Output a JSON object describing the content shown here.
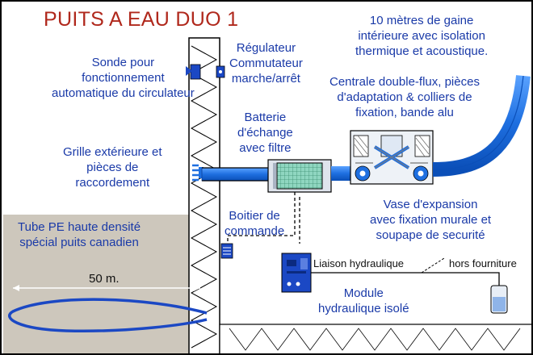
{
  "title": "PUITS A EAU DUO 1",
  "labels": {
    "sonde": [
      "Sonde pour",
      "fonctionnement",
      "automatique du circulateur"
    ],
    "regulateur": [
      "Régulateur",
      "Commutateur",
      "marche/arrêt"
    ],
    "gaine": [
      "10 mètres de gaine",
      "intérieure avec isolation",
      "thermique et acoustique."
    ],
    "centrale": [
      "Centrale double-flux, pièces",
      "d'adaptation & colliers de",
      "fixation, bande alu"
    ],
    "batterie": [
      "Batterie",
      "d'échange",
      "avec filtre"
    ],
    "grille": [
      "Grille extérieure et",
      "pièces de",
      "raccordement"
    ],
    "vase": [
      "Vase d'expansion",
      "avec fixation murale et",
      "soupape de securité"
    ],
    "tube": [
      "Tube PE haute densité",
      "spécial puits canadien"
    ],
    "boitier": [
      "Boitier de",
      "commande"
    ],
    "liaison": "Liaison hydraulique",
    "hors": "hors fourniture",
    "module": [
      "Module",
      "hydraulique isolé"
    ],
    "distance": "50 m."
  },
  "colors": {
    "title": "#b0281c",
    "text": "#1a3aa8",
    "duct": "#1e6fe0",
    "ground": "#cdc7bc",
    "module": "#1b48c4",
    "filter": "#8fd6c0"
  }
}
